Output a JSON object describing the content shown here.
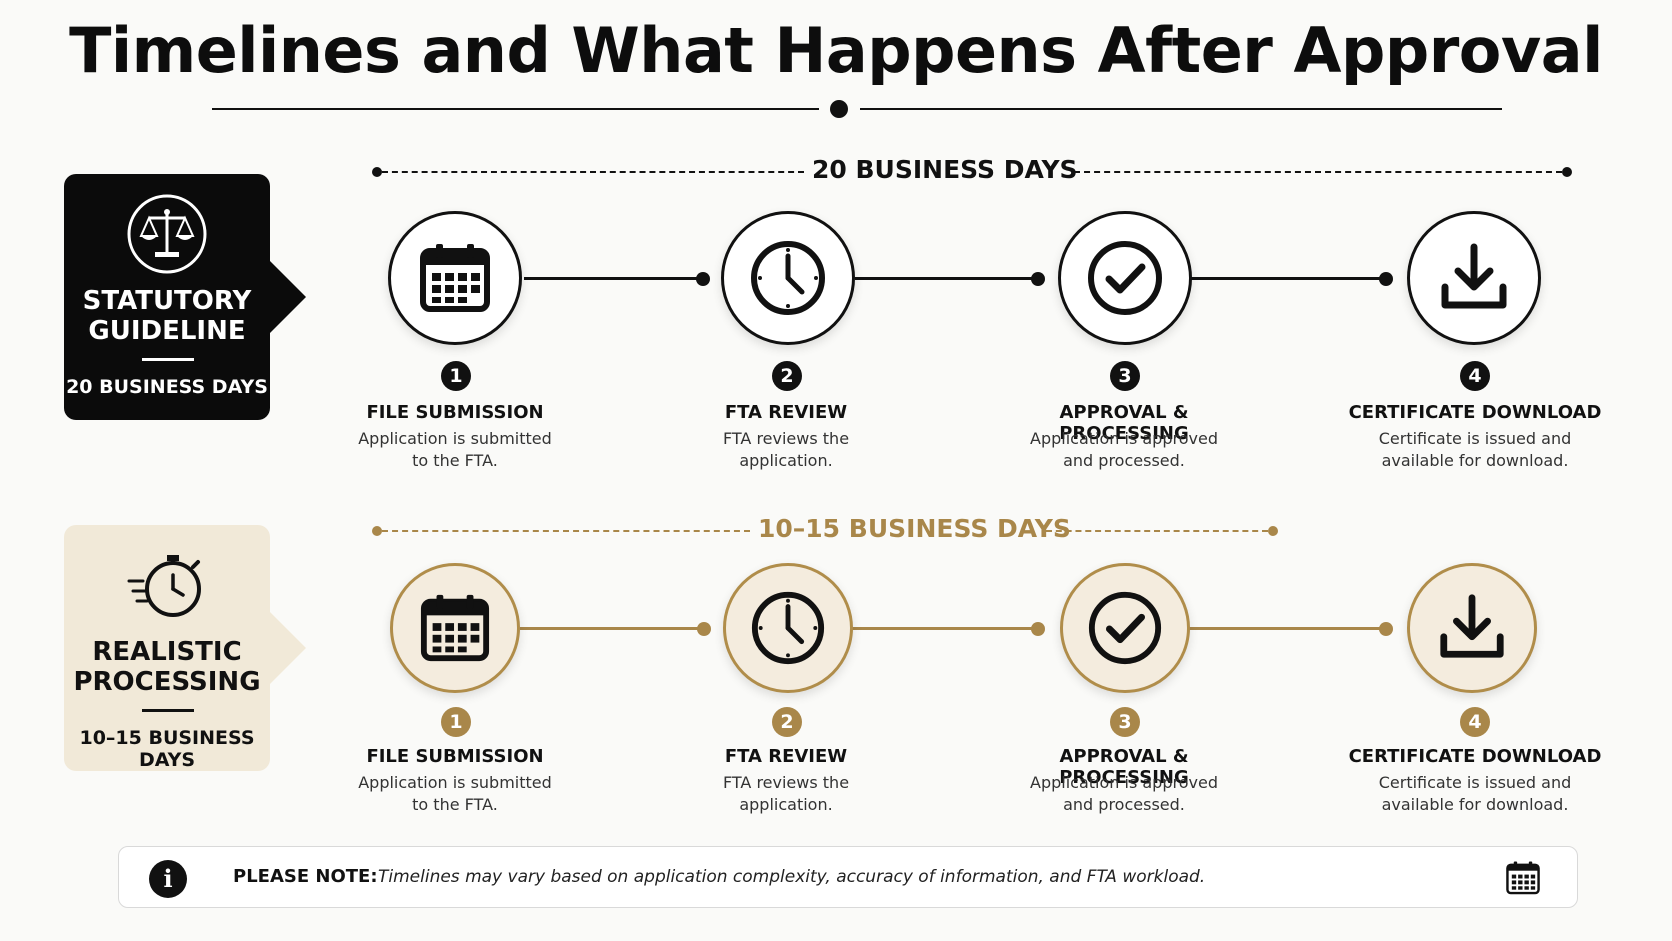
{
  "title": "Timelines and What Happens After Approval",
  "colors": {
    "dark": "#111111",
    "gold": "#a9874a",
    "gold_light": "#f1e9d8"
  },
  "tracks": [
    {
      "badge": {
        "title_line1": "STATUTORY",
        "title_line2": "GUIDELINE",
        "subtitle": "20 BUSINESS DAYS",
        "icon": "scales-icon"
      },
      "span_label": "20 BUSINESS DAYS",
      "steps": [
        {
          "number": "1",
          "icon": "calendar-icon",
          "title": "FILE SUBMISSION",
          "desc_line1": "Application is submitted",
          "desc_line2": "to the FTA."
        },
        {
          "number": "2",
          "icon": "clock-icon",
          "title": "FTA REVIEW",
          "desc_line1": "FTA reviews the",
          "desc_line2": "application."
        },
        {
          "number": "3",
          "icon": "check-icon",
          "title": "APPROVAL & PROCESSING",
          "desc_line1": "Application is approved",
          "desc_line2": "and processed."
        },
        {
          "number": "4",
          "icon": "download-icon",
          "title": "CERTIFICATE DOWNLOAD",
          "desc_line1": "Certificate is issued and",
          "desc_line2": "available for download."
        }
      ]
    },
    {
      "badge": {
        "title_line1": "REALISTIC",
        "title_line2": "PROCESSING",
        "subtitle": "10–15 BUSINESS DAYS",
        "icon": "stopwatch-icon"
      },
      "span_label": "10–15 BUSINESS DAYS",
      "steps": [
        {
          "number": "1",
          "icon": "calendar-icon",
          "title": "FILE SUBMISSION",
          "desc_line1": "Application is submitted",
          "desc_line2": "to the FTA."
        },
        {
          "number": "2",
          "icon": "clock-icon",
          "title": "FTA REVIEW",
          "desc_line1": "FTA reviews the",
          "desc_line2": "application."
        },
        {
          "number": "3",
          "icon": "check-icon",
          "title": "APPROVAL & PROCESSING",
          "desc_line1": "Application is approved",
          "desc_line2": "and processed."
        },
        {
          "number": "4",
          "icon": "download-icon",
          "title": "CERTIFICATE DOWNLOAD",
          "desc_line1": "Certificate is issued and",
          "desc_line2": "available for download."
        }
      ]
    }
  ],
  "note": {
    "label": "PLEASE NOTE:",
    "text": "Timelines may vary based on application complexity, accuracy of information, and FTA workload.",
    "info_icon": "info-icon",
    "end_icon": "calendar-icon"
  }
}
